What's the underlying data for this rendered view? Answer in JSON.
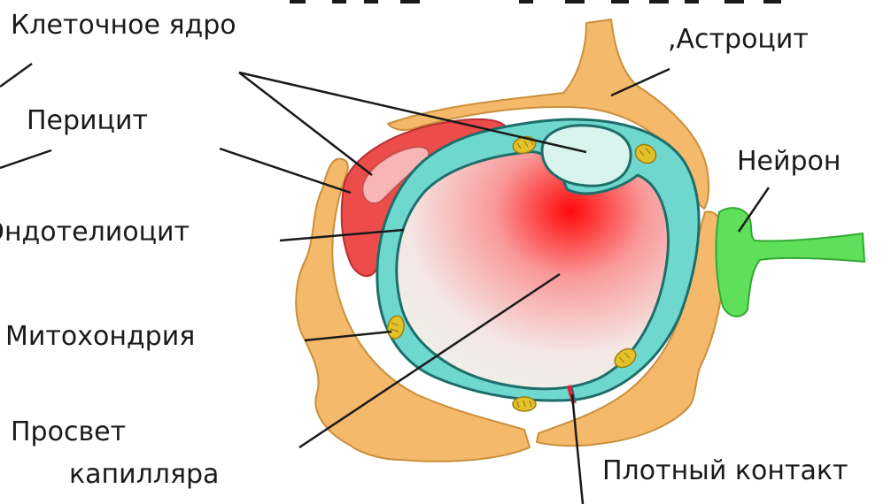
{
  "labels": {
    "nucleus": "Клеточное ядро",
    "astrocyte": ",Астроцит",
    "pericyte": "Перицит",
    "neuron": "Нейрон",
    "endotheliocyte": "Эндотелиоцит",
    "mitochondria": "Митохондрия",
    "lumen_line1": "Просвет",
    "lumen_line2": "капилляра",
    "tight_junction": "Плотный контакт"
  },
  "colors": {
    "astrocyte": "#f5b96b",
    "pericyte": "#ee4b4b",
    "endothelium": "#6ed8cf",
    "lumen_center": "#ff0000",
    "nucleus": "#d8f4ec",
    "mitochondria": "#e3c12a",
    "neuron": "#5ee05a",
    "tight_junction": "#e0203a"
  }
}
